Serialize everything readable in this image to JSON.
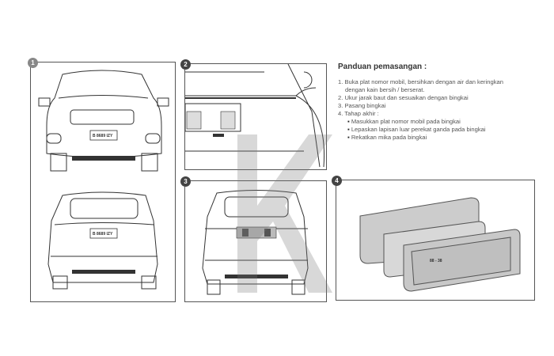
{
  "panels": [
    {
      "number": "1"
    },
    {
      "number": "2"
    },
    {
      "number": "3"
    },
    {
      "number": "4"
    }
  ],
  "plate_text": "B 8689 IZY",
  "mirror_plate_text": "88 - 38",
  "watermark": "K",
  "guide": {
    "title": "Panduan pemasangan :",
    "steps": [
      "1. Buka plat nomor mobil, bersihkan dengan air dan keringkan",
      "dengan kain bersih / berserat.",
      "2. Ukur jarak baut dan sesuaikan dengan bingkai",
      "3. Pasang bingkai",
      "4. Tahap akhir :"
    ],
    "bullets": [
      "Masukkan plat nomor mobil pada bingkai",
      "Lepaskan lapisan luar perekat ganda pada bingkai",
      "Rekatkan mika pada bingkai"
    ]
  }
}
